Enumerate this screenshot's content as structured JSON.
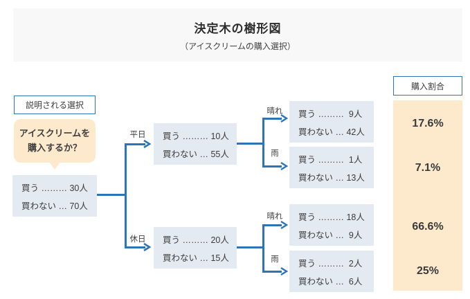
{
  "header": {
    "title": "決定木の樹形図",
    "subtitle": "（アイスクリームの購入選択）"
  },
  "labels": {
    "explained_choice": "説明される選択",
    "purchase_ratio": "購入割合"
  },
  "question_bubble": {
    "line1": "アイスクリームを",
    "line2": "購入するか？"
  },
  "tree": {
    "root": {
      "buy": "買う ……… 30人",
      "not_buy": "買わない … 70人"
    },
    "weekday": {
      "branch": "平日",
      "buy": "買う ……… 10人",
      "not_buy": "買わない … 55人"
    },
    "holiday": {
      "branch": "休日",
      "buy": "買う ……… 20人",
      "not_buy": "買わない … 15人"
    },
    "weekday_sunny": {
      "branch": "晴れ",
      "buy": "買う ………  9人",
      "not_buy": "買わない … 42人",
      "ratio": "17.6%"
    },
    "weekday_rain": {
      "branch": "雨",
      "buy": "買う ………  1人",
      "not_buy": "買わない … 13人",
      "ratio": "7.1%"
    },
    "holiday_sunny": {
      "branch": "晴れ",
      "buy": "買う ……… 18人",
      "not_buy": "買わない …  9人",
      "ratio": "66.6%"
    },
    "holiday_rain": {
      "branch": "雨",
      "buy": "買う ………  2人",
      "not_buy": "買わない …  6人",
      "ratio": "25%"
    }
  },
  "colors": {
    "accent_blue": "#2e74b5",
    "node_fill": "#e4eaf2",
    "highlight_fill": "#fdeacd",
    "header_fill": "#f8f8f8"
  }
}
